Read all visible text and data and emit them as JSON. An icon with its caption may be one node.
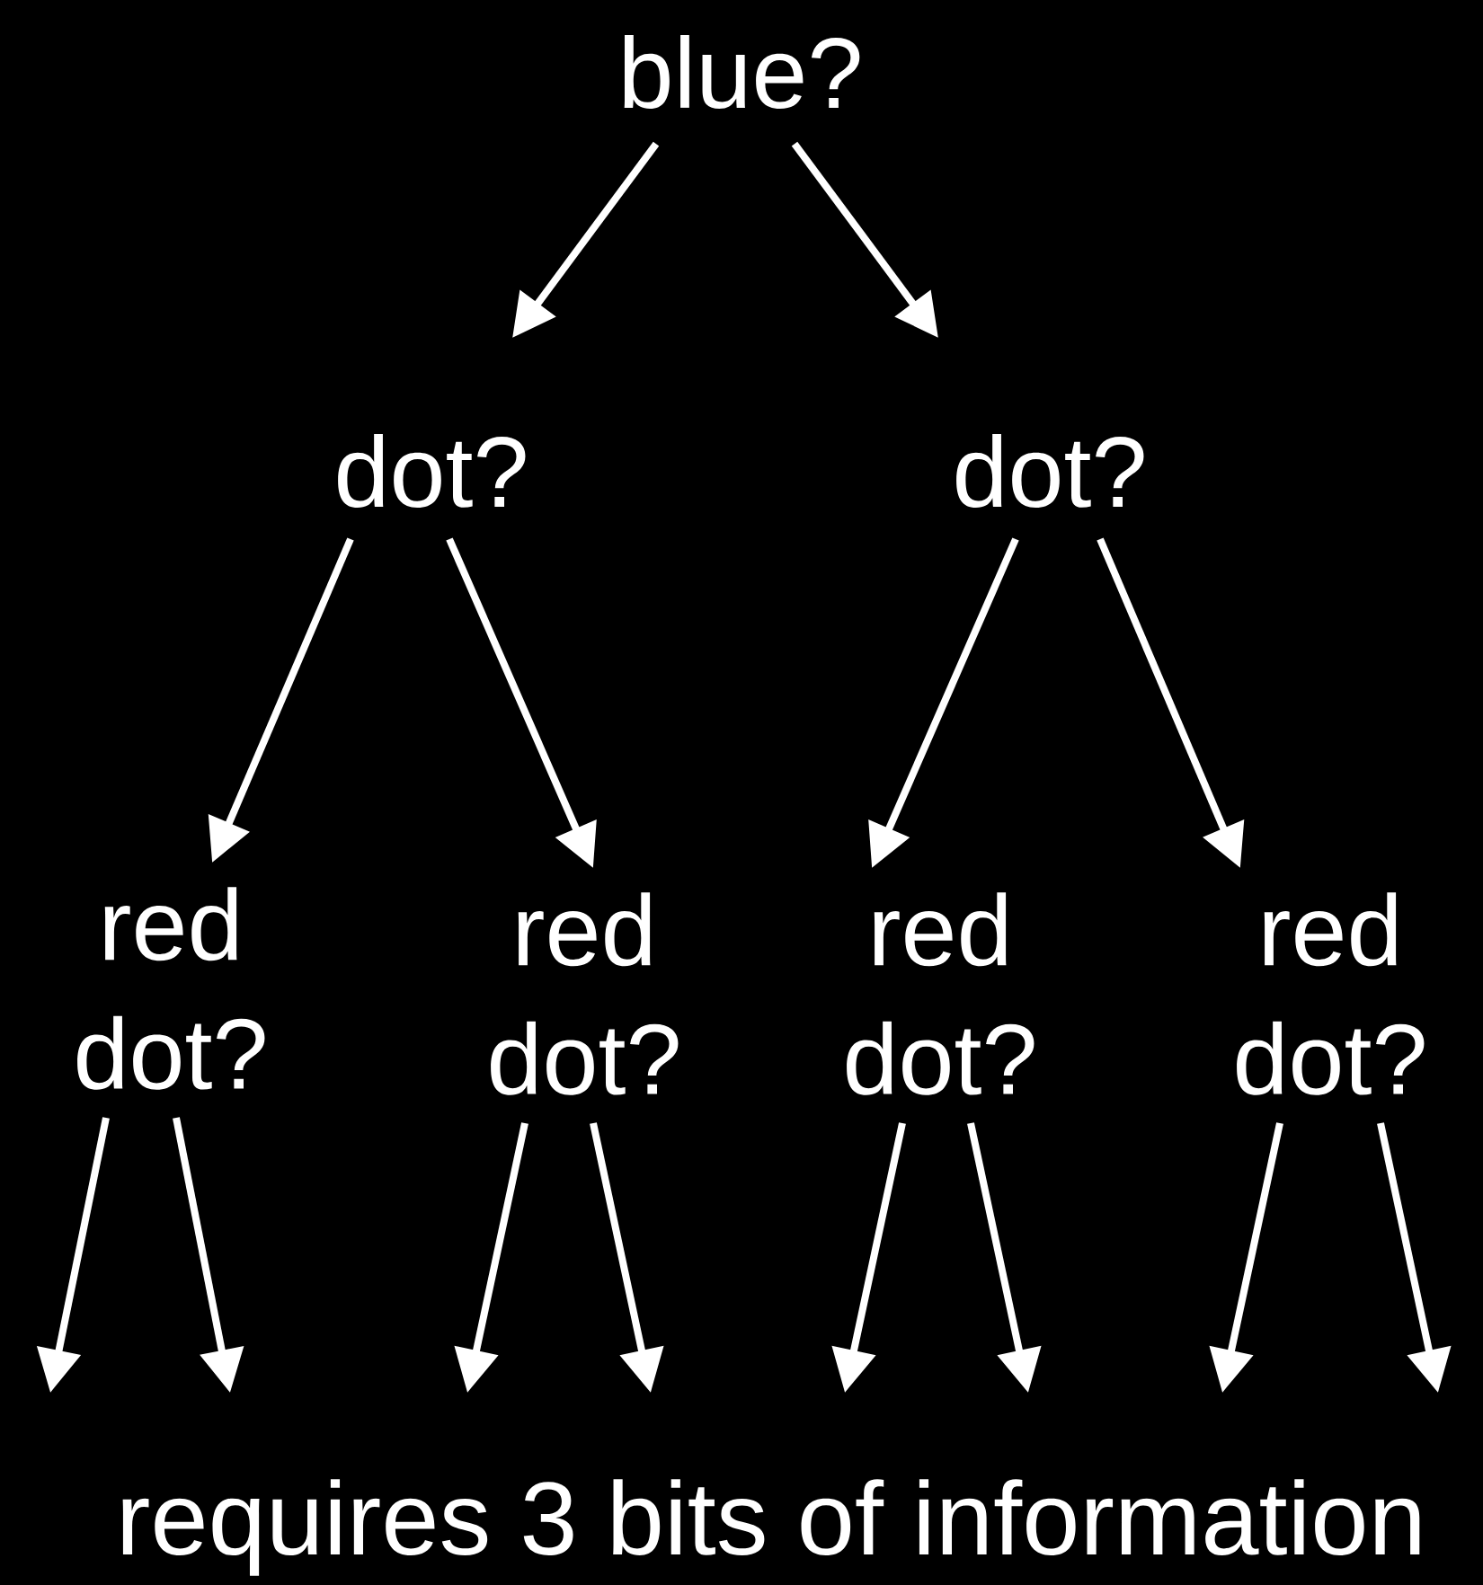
{
  "diagram": {
    "nodes": [
      {
        "text": [
          "blue?"
        ]
      },
      {
        "text": [
          "dot?"
        ]
      },
      {
        "text": [
          "dot?"
        ]
      },
      {
        "text": [
          "red dot?"
        ]
      },
      {
        "text": [
          "red dot?"
        ]
      },
      {
        "text": [
          "red dot?"
        ]
      },
      {
        "text": [
          "red dot?"
        ]
      }
    ],
    "edges": [
      {
        "from": 0,
        "to": 1,
        "arrow": "to"
      },
      {
        "from": 0,
        "to": 2,
        "arrow": "to"
      },
      {
        "from": 1,
        "to": 3,
        "arrow": "to"
      },
      {
        "from": 1,
        "to": 4,
        "arrow": "to"
      },
      {
        "from": 2,
        "to": 5,
        "arrow": "to"
      },
      {
        "from": 2,
        "to": 6,
        "arrow": "to"
      },
      {
        "from": 3,
        "to": null,
        "arrow": "to"
      },
      {
        "from": 3,
        "to": null,
        "arrow": "to"
      },
      {
        "from": 4,
        "to": null,
        "arrow": "to"
      },
      {
        "from": 4,
        "to": null,
        "arrow": "to"
      },
      {
        "from": 5,
        "to": null,
        "arrow": "to"
      },
      {
        "from": 5,
        "to": null,
        "arrow": "to"
      },
      {
        "from": 6,
        "to": null,
        "arrow": "to"
      },
      {
        "from": 6,
        "to": null,
        "arrow": "to"
      }
    ],
    "labels": [
      "requires 3 bits of information"
    ]
  }
}
